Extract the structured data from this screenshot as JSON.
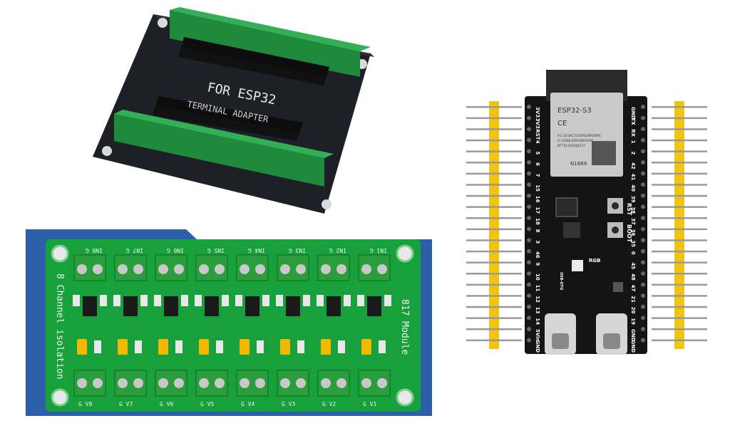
{
  "adapter": {
    "main_label": "FOR ESP32",
    "sub_label": "TERMINAL ADAPTER"
  },
  "isolation_board": {
    "side_label_1": "8 Channel isolation",
    "side_label_2": "817 Module",
    "top_terminals": [
      "IN8 G",
      "IN7 G",
      "IN6 G",
      "IN5 G",
      "IN4 G",
      "IN3 G",
      "IN2 G",
      "IN1 G"
    ],
    "bottom_terminals": [
      "G V8",
      "G V7",
      "G V6",
      "G V5",
      "G V4",
      "G V3",
      "G V2",
      "G V1"
    ]
  },
  "devkit": {
    "module_name": "ESP32-S3",
    "ce_mark": "CE",
    "module_small_1": "FCC ID:2AC7Z-ESPS3WROOM1",
    "module_small_2": "IC:21098-ESPS3WROOM1",
    "module_small_3": "BFT ID:2022DJ2117",
    "module_variant": "N16R8",
    "left_pins": [
      "3V3",
      "3V3",
      "RST",
      "4",
      "5",
      "6",
      "7",
      "15",
      "16",
      "17",
      "18",
      "8",
      "3",
      "46",
      "9",
      "10",
      "11",
      "12",
      "13",
      "14",
      "5Vin",
      "GND"
    ],
    "right_pins": [
      "GND",
      "TX",
      "RX",
      "1",
      "2",
      "42",
      "41",
      "40",
      "39",
      "38",
      "37",
      "36",
      "35",
      "0",
      "45",
      "48",
      "47",
      "21",
      "20",
      "19",
      "GND",
      "GND"
    ],
    "rst_label": "RST",
    "boot_label": "BOOT",
    "rgb_label": "RGB",
    "usb_label": "USB-OTG"
  }
}
